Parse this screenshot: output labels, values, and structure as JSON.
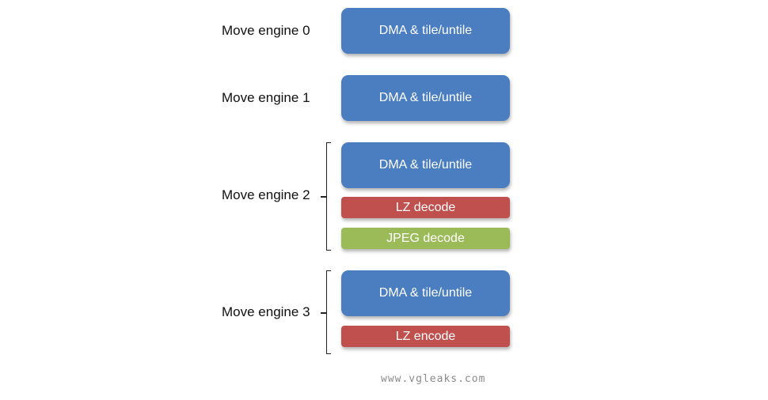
{
  "engines": [
    {
      "label": "Move engine 0",
      "units": [
        "DMA & tile/untile"
      ]
    },
    {
      "label": "Move engine 1",
      "units": [
        "DMA & tile/untile"
      ]
    },
    {
      "label": "Move engine 2",
      "units": [
        "DMA & tile/untile",
        "LZ decode",
        "JPEG decode"
      ]
    },
    {
      "label": "Move engine 3",
      "units": [
        "DMA & tile/untile",
        "LZ encode"
      ]
    }
  ],
  "colors": {
    "dma": "#4a7ec0",
    "lz": "#c0504d",
    "jpeg": "#9bbb59"
  },
  "watermark": "www.vgleaks.com"
}
